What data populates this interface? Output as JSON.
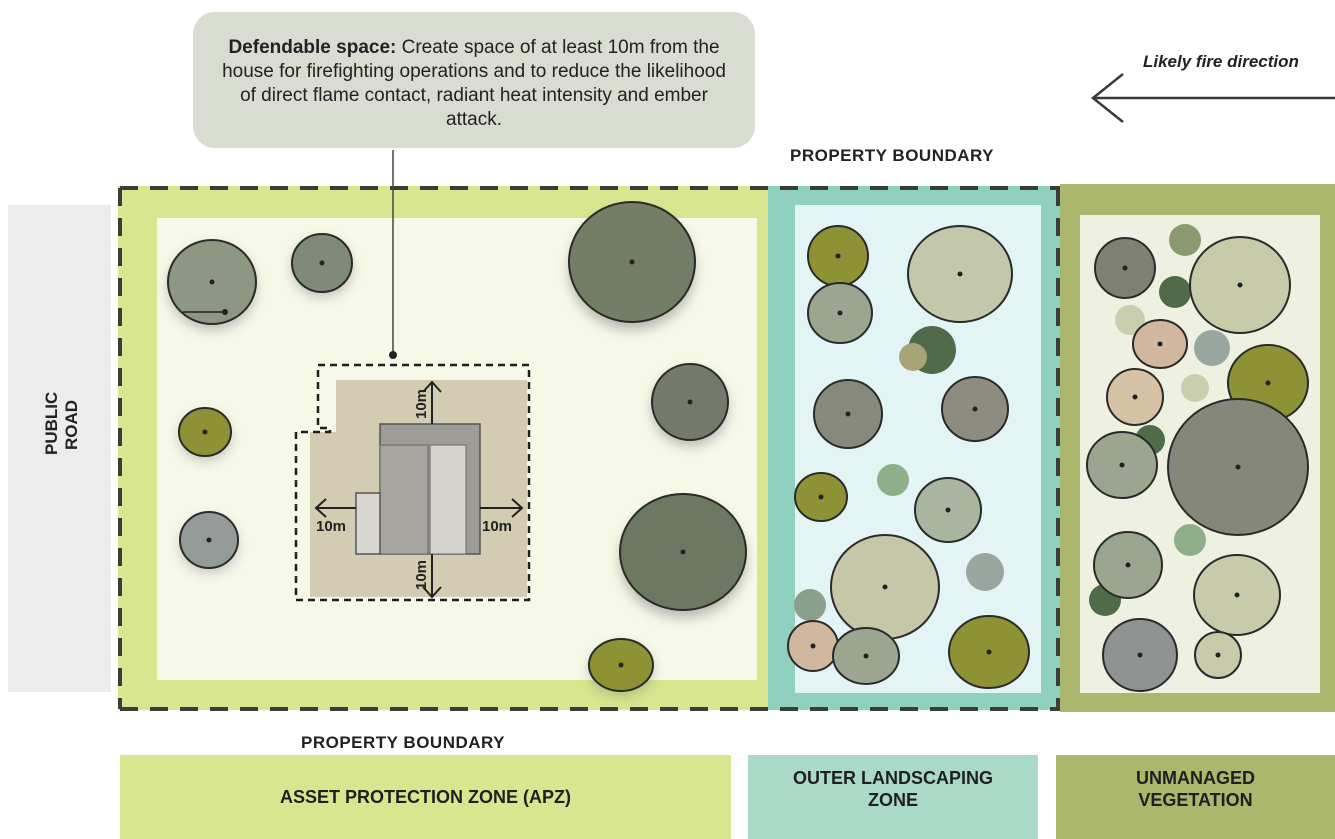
{
  "callout": {
    "heading": "Defendable space:",
    "text": " Create space of at least 10m from the house for firefighting operations and to reduce the likelihood of direct flame contact, radiant heat intensity and ember attack."
  },
  "fire_direction": "Likely fire direction",
  "property_boundary_top": "PROPERTY BOUNDARY",
  "property_boundary_bottom": "PROPERTY BOUNDARY",
  "road": {
    "line1": "PUBLIC",
    "line2": "ROAD"
  },
  "distances": {
    "top": "10m",
    "bottom": "10m",
    "left": "10m",
    "right": "10m"
  },
  "zones": {
    "apz": "ASSET PROTECTION ZONE (APZ)",
    "olz_line1": "OUTER LANDSCAPING",
    "olz_line2": "ZONE",
    "unm_line1": "UNMANAGED",
    "unm_line2": "VEGETATION"
  },
  "colors": {
    "apz": "#d8e68f",
    "olz": "#a9dac8",
    "unmanaged": "#aab76c",
    "callout": "#d9dcd0",
    "road": "#ececec"
  }
}
